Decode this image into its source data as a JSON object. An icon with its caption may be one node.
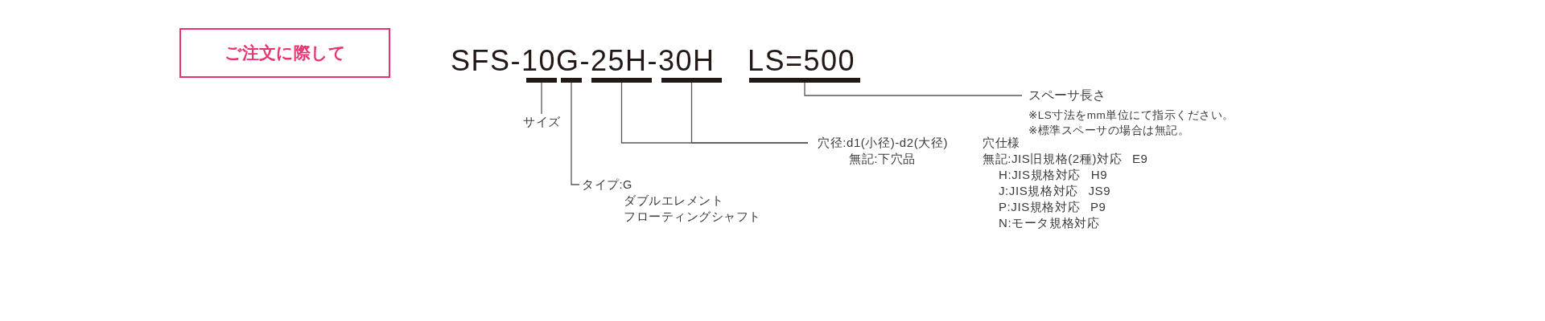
{
  "diagram": {
    "title": "ご注文に際して",
    "nodes": [
      {
        "text": [],
        "shape": "bar"
      },
      {
        "text": [],
        "shape": "bar"
      },
      {
        "text": [],
        "shape": "bar"
      },
      {
        "text": [],
        "shape": "bar"
      },
      {
        "text": [],
        "shape": "bar"
      },
      {
        "text": [
          "スペーサ長さ",
          "※LS寸法をmm単位にて指示ください。",
          "※標準スペーサの場合は無記。"
        ]
      },
      {
        "text": [
          "サイズ"
        ]
      },
      {
        "text": [
          "穴径:d1(小径)-d2(大径)",
          "無記:下穴品"
        ],
        "beside": [
          "穴仕様",
          "無記:JIS旧規格(2種)対応 E9",
          "H:JIS規格対応 H9",
          "J:JIS規格対応 JS9",
          "P:JIS規格対応 P9",
          "N:モータ規格対応"
        ]
      },
      {
        "text": [
          "タイプ:G",
          "ダブルエレメント",
          "フローティングシャフト"
        ]
      }
    ],
    "edges": [
      {
        "from": 0,
        "to": 6,
        "arrow": "none"
      },
      {
        "from": 1,
        "to": 8,
        "arrow": "none"
      },
      {
        "from": 2,
        "to": 7,
        "arrow": "none"
      },
      {
        "from": 3,
        "to": 7,
        "arrow": "none"
      },
      {
        "from": 4,
        "to": 5,
        "arrow": "none"
      }
    ],
    "labels": [
      "SFS-10G-25H-30H",
      "LS=500"
    ]
  }
}
